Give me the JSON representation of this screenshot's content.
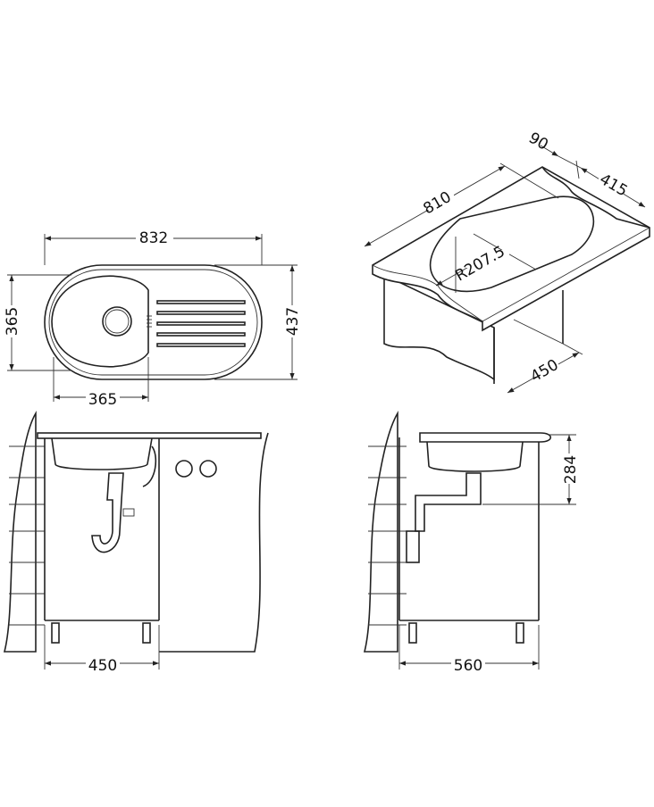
{
  "dimensions": {
    "top_view": {
      "overall_length": "832",
      "bowl_width": "365",
      "bowl_length": "365",
      "overall_width": "437"
    },
    "isometric_view": {
      "cutout_length": "810",
      "offset": "90",
      "cutout_width": "415",
      "radius": "R207.5",
      "cabinet_depth": "450"
    },
    "side_view_left": {
      "cabinet_width": "450"
    },
    "side_view_right": {
      "cabinet_width": "560",
      "bowl_depth": "284"
    }
  },
  "colors": {
    "line": "#222222",
    "background": "#ffffff"
  }
}
